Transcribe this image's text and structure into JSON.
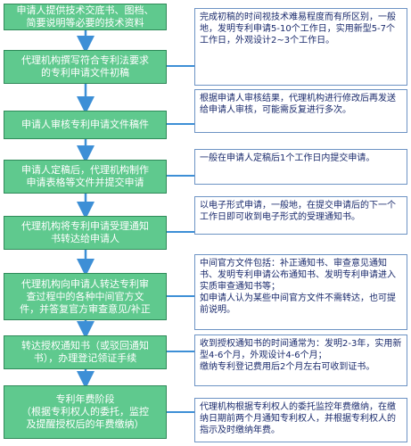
{
  "steps": [
    {
      "text": "申请人提供技术交底书、图档、\n简要说明等必要的技术资料"
    },
    {
      "text": "代理机构撰写符合专利法要求\n的专利申请文件初稿"
    },
    {
      "text": "申请人审核专利申请文件稿件"
    },
    {
      "text": "申请人定稿后，代理机构制作\n申请表格等文件并提交申请"
    },
    {
      "text": "代理机构将专利申请受理通知\n书转达给申请人"
    },
    {
      "text": "代理机构向申请人转达专利审\n查过程中的各种中间官方文\n件，并答复官方审查意见/补正"
    },
    {
      "text": "转达授权通知书（或驳回通知\n书），办理登记领证手续"
    },
    {
      "text": "专利年费阶段\n（根据专利权人的委托，监控\n及提醒授权后的年费缴纳）"
    }
  ],
  "notes": [
    {
      "text": "完成初稿的时间视技术难易程度而有所区别，一般地，发明专利申请5-10个工作日，实用新型5-7个工作日，外观设计2~3个工作日。"
    },
    {
      "text": "根据申请人审核结果，代理机构进行修改后再发送给申请人审核，可能需反复进行多次。"
    },
    {
      "text": "一般在申请人定稿后1个工作日内提交申请。"
    },
    {
      "text": "以电子形式申请，一般地，在提交申请后的下一个工作日即可收到电子形式的受理通知书。"
    },
    {
      "text": "中间官方文件包括：补正通知书、审查意见通知书、发明专利申请公布通知书、发明专利申请进入实质审查通知书等；\n如申请人认为某些中间官方文件不需转达，也可提前说明。"
    },
    {
      "text": "收到授权通知书的时间通常为：发明2-3年，实用新型4-6个月，外观设计4-6个月；\n缴纳专利登记费用后2个月左右可收到证书。"
    },
    {
      "text": "代理机构根据专利权人的委托监控年费缴纳，在缴纳日期前两个月通知专利权人，并根据专利权人的指示及时缴纳年费。"
    }
  ],
  "colors": {
    "step_fill": "#5fc98e",
    "arrow": "#3d8fd6",
    "note_border": "#6d93c4"
  }
}
